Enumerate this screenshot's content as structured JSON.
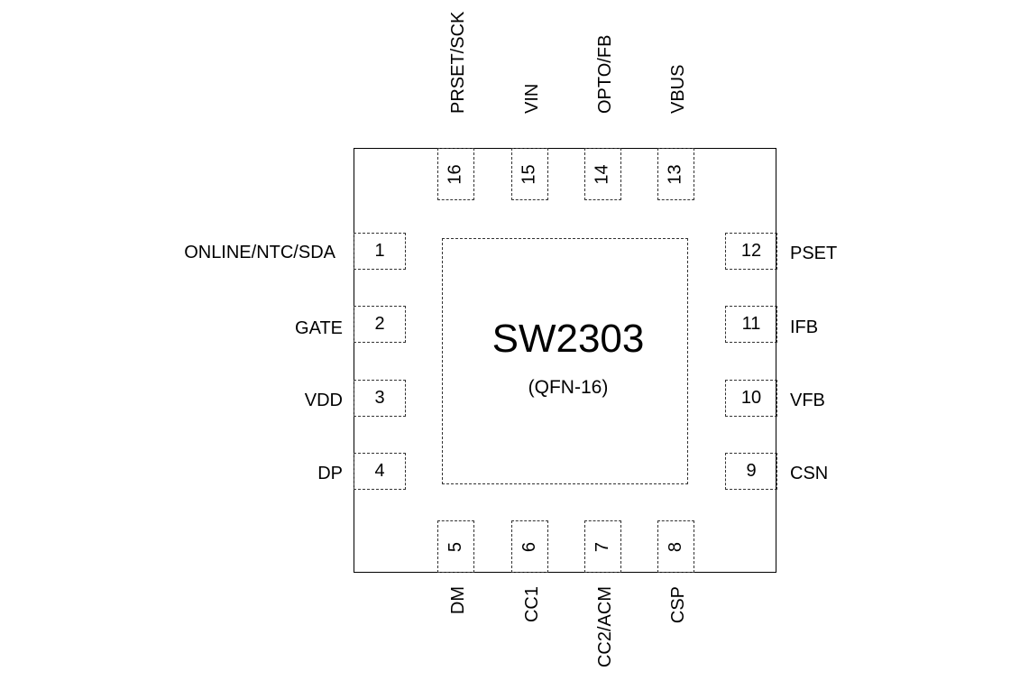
{
  "chip": {
    "name": "SW2303",
    "package": "(QFN-16)"
  },
  "pins": {
    "p1": {
      "num": "1",
      "label": "ONLINE/NTC/SDA"
    },
    "p2": {
      "num": "2",
      "label": "GATE"
    },
    "p3": {
      "num": "3",
      "label": "VDD"
    },
    "p4": {
      "num": "4",
      "label": "DP"
    },
    "p5": {
      "num": "5",
      "label": "DM"
    },
    "p6": {
      "num": "6",
      "label": "CC1"
    },
    "p7": {
      "num": "7",
      "label": "CC2/ACM"
    },
    "p8": {
      "num": "8",
      "label": "CSP"
    },
    "p9": {
      "num": "9",
      "label": "CSN"
    },
    "p10": {
      "num": "10",
      "label": "VFB"
    },
    "p11": {
      "num": "11",
      "label": "IFB"
    },
    "p12": {
      "num": "12",
      "label": "PSET"
    },
    "p13": {
      "num": "13",
      "label": "VBUS"
    },
    "p14": {
      "num": "14",
      "label": "OPTO/FB"
    },
    "p15": {
      "num": "15",
      "label": "VIN"
    },
    "p16": {
      "num": "16",
      "label": "PRSET/SCK"
    }
  }
}
